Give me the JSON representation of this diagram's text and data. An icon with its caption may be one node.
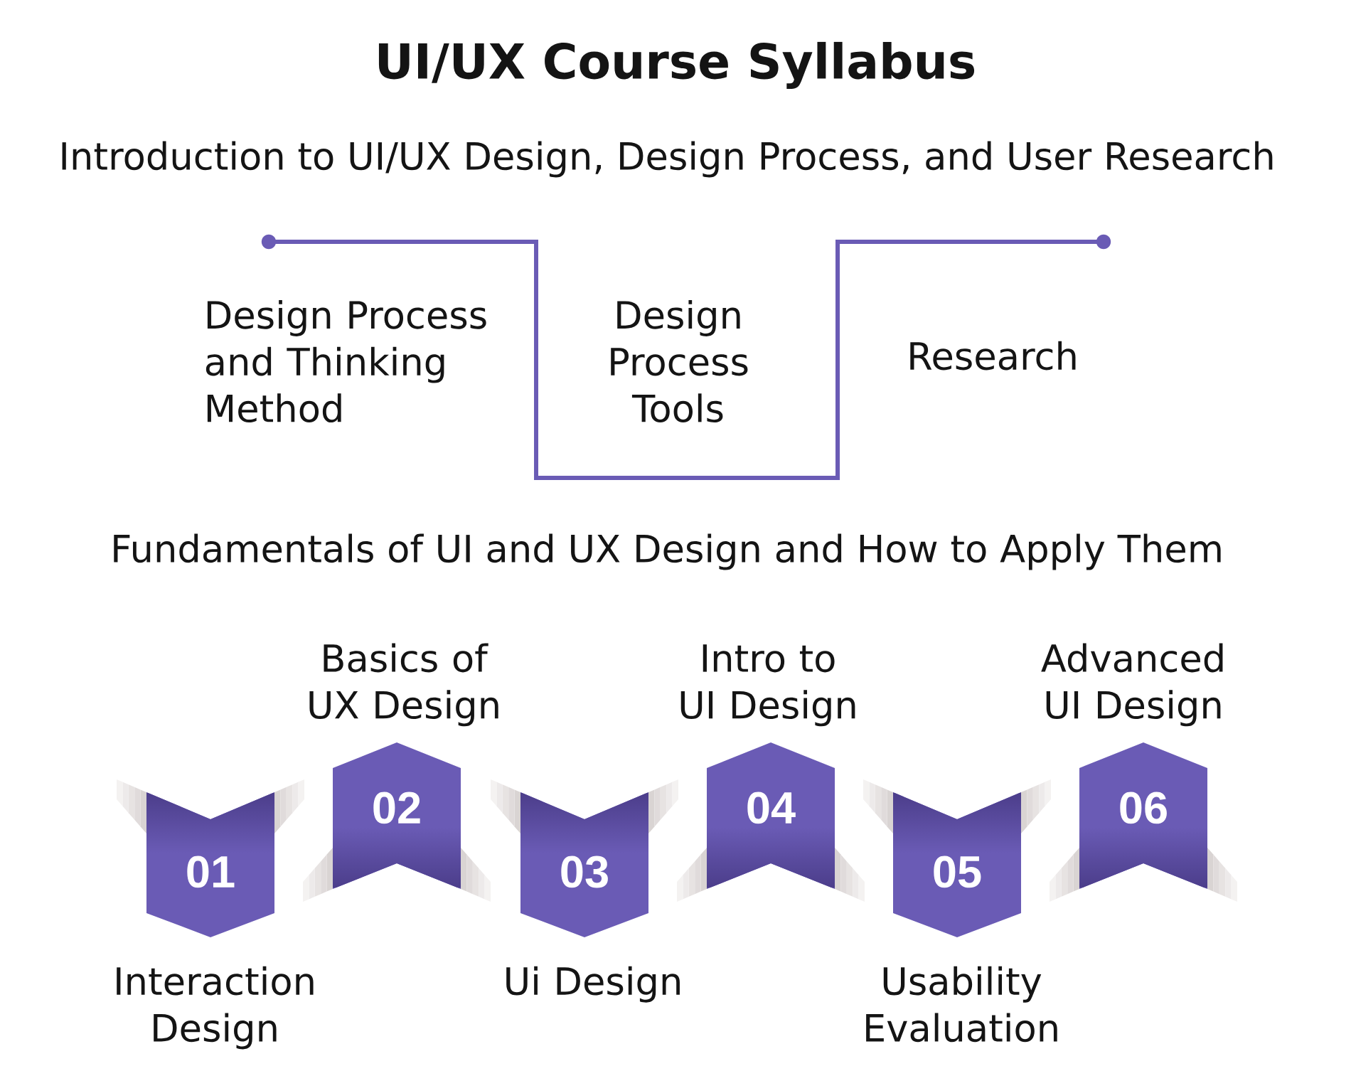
{
  "diagram": {
    "title": "UI/UX Course Syllabus",
    "nodes": [
      {
        "text": [
          "01"
        ],
        "beside": [
          "Interaction Design"
        ]
      },
      {
        "text": [
          "02"
        ],
        "beside": [
          "Basics of UX Design"
        ]
      },
      {
        "text": [
          "03"
        ],
        "beside": [
          "Ui Design"
        ]
      },
      {
        "text": [
          "04"
        ],
        "beside": [
          "Intro to UI Design"
        ]
      },
      {
        "text": [
          "05"
        ],
        "beside": [
          "Usability Evaluation"
        ]
      },
      {
        "text": [
          "06"
        ],
        "beside": [
          "Advanced UI Design"
        ]
      }
    ],
    "labels": [
      "Introduction to UI/UX Design, Design Process, and User Research",
      "Design Process and Thinking Method",
      "Design Process Tools",
      "Research",
      "Fundamentals of UI and UX Design and How to Apply Them"
    ]
  }
}
